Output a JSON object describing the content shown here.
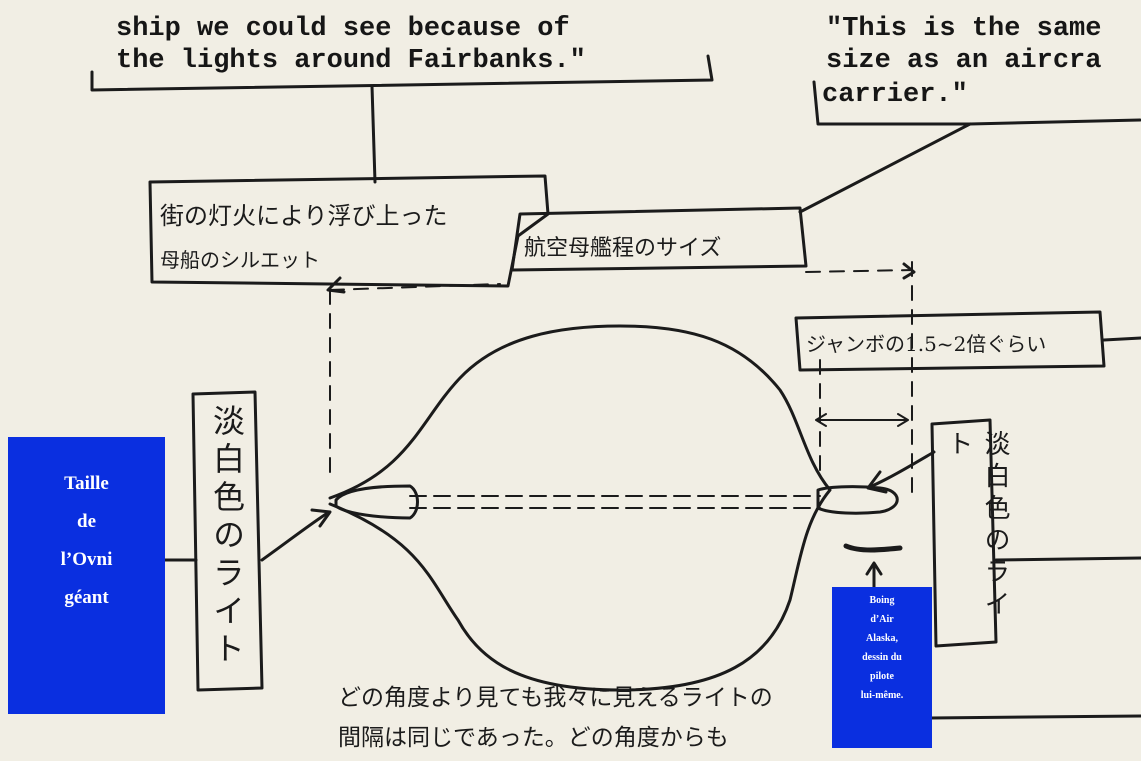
{
  "typed_notes": {
    "left_line_1": "ship we could see because of",
    "left_line_2": "the lights around Fairbanks.\"",
    "right_line_1": "\"This is the same",
    "right_line_2": "size as an aircra",
    "right_line_3": "carrier.\""
  },
  "japanese_notes": {
    "silhouette_line_1": "街の灯火により浮び上った",
    "silhouette_line_2": "母船のシルエット",
    "carrier_size": "航空母艦程のサイズ",
    "ratio": "ジャンボの1.5~2倍ぐらい",
    "left_light": "淡白色のライト",
    "right_light": "淡白色のライト",
    "bottom_line_1": "どの角度より見ても我々に見えるライトの",
    "bottom_line_2": "間隔は同じであった。どの角度からも"
  },
  "overlays": {
    "ufo_size": [
      "Taille",
      "de",
      "l’Ovni",
      "géant"
    ],
    "boeing": [
      "Boing",
      "d’Air",
      "Alaska,",
      "dessin du",
      "pilote",
      "lui-même."
    ]
  },
  "colors": {
    "paper": "#f1eee4",
    "ink": "#1b1b1b",
    "overlay_blue": "#0a2fe0",
    "overlay_text": "#ffffff"
  }
}
